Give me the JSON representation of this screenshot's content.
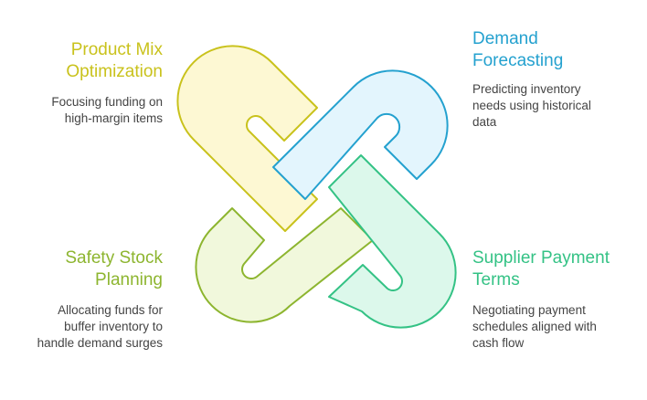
{
  "items": [
    {
      "key": "product_mix",
      "title_lines": [
        "Product Mix",
        "Optimization"
      ],
      "desc_lines": [
        "Focusing funding on",
        "high-margin items"
      ],
      "color": "#c9c21c",
      "fill": "#fdf8d3"
    },
    {
      "key": "demand_forecasting",
      "title_lines": [
        "Demand",
        "Forecasting"
      ],
      "desc_lines": [
        "Predicting inventory",
        "needs using historical",
        "data"
      ],
      "color": "#24a1cf",
      "fill": "#e3f5fd"
    },
    {
      "key": "safety_stock",
      "title_lines": [
        "Safety Stock",
        "Planning"
      ],
      "desc_lines": [
        "Allocating funds for",
        "buffer inventory to",
        "handle demand surges"
      ],
      "color": "#8db52f",
      "fill": "#f1f8dc"
    },
    {
      "key": "supplier_payment",
      "title_lines": [
        "Supplier Payment",
        "Terms"
      ],
      "desc_lines": [
        "Negotiating payment",
        "schedules aligned with",
        "cash flow"
      ],
      "color": "#34c285",
      "fill": "#dcf8eb"
    }
  ]
}
